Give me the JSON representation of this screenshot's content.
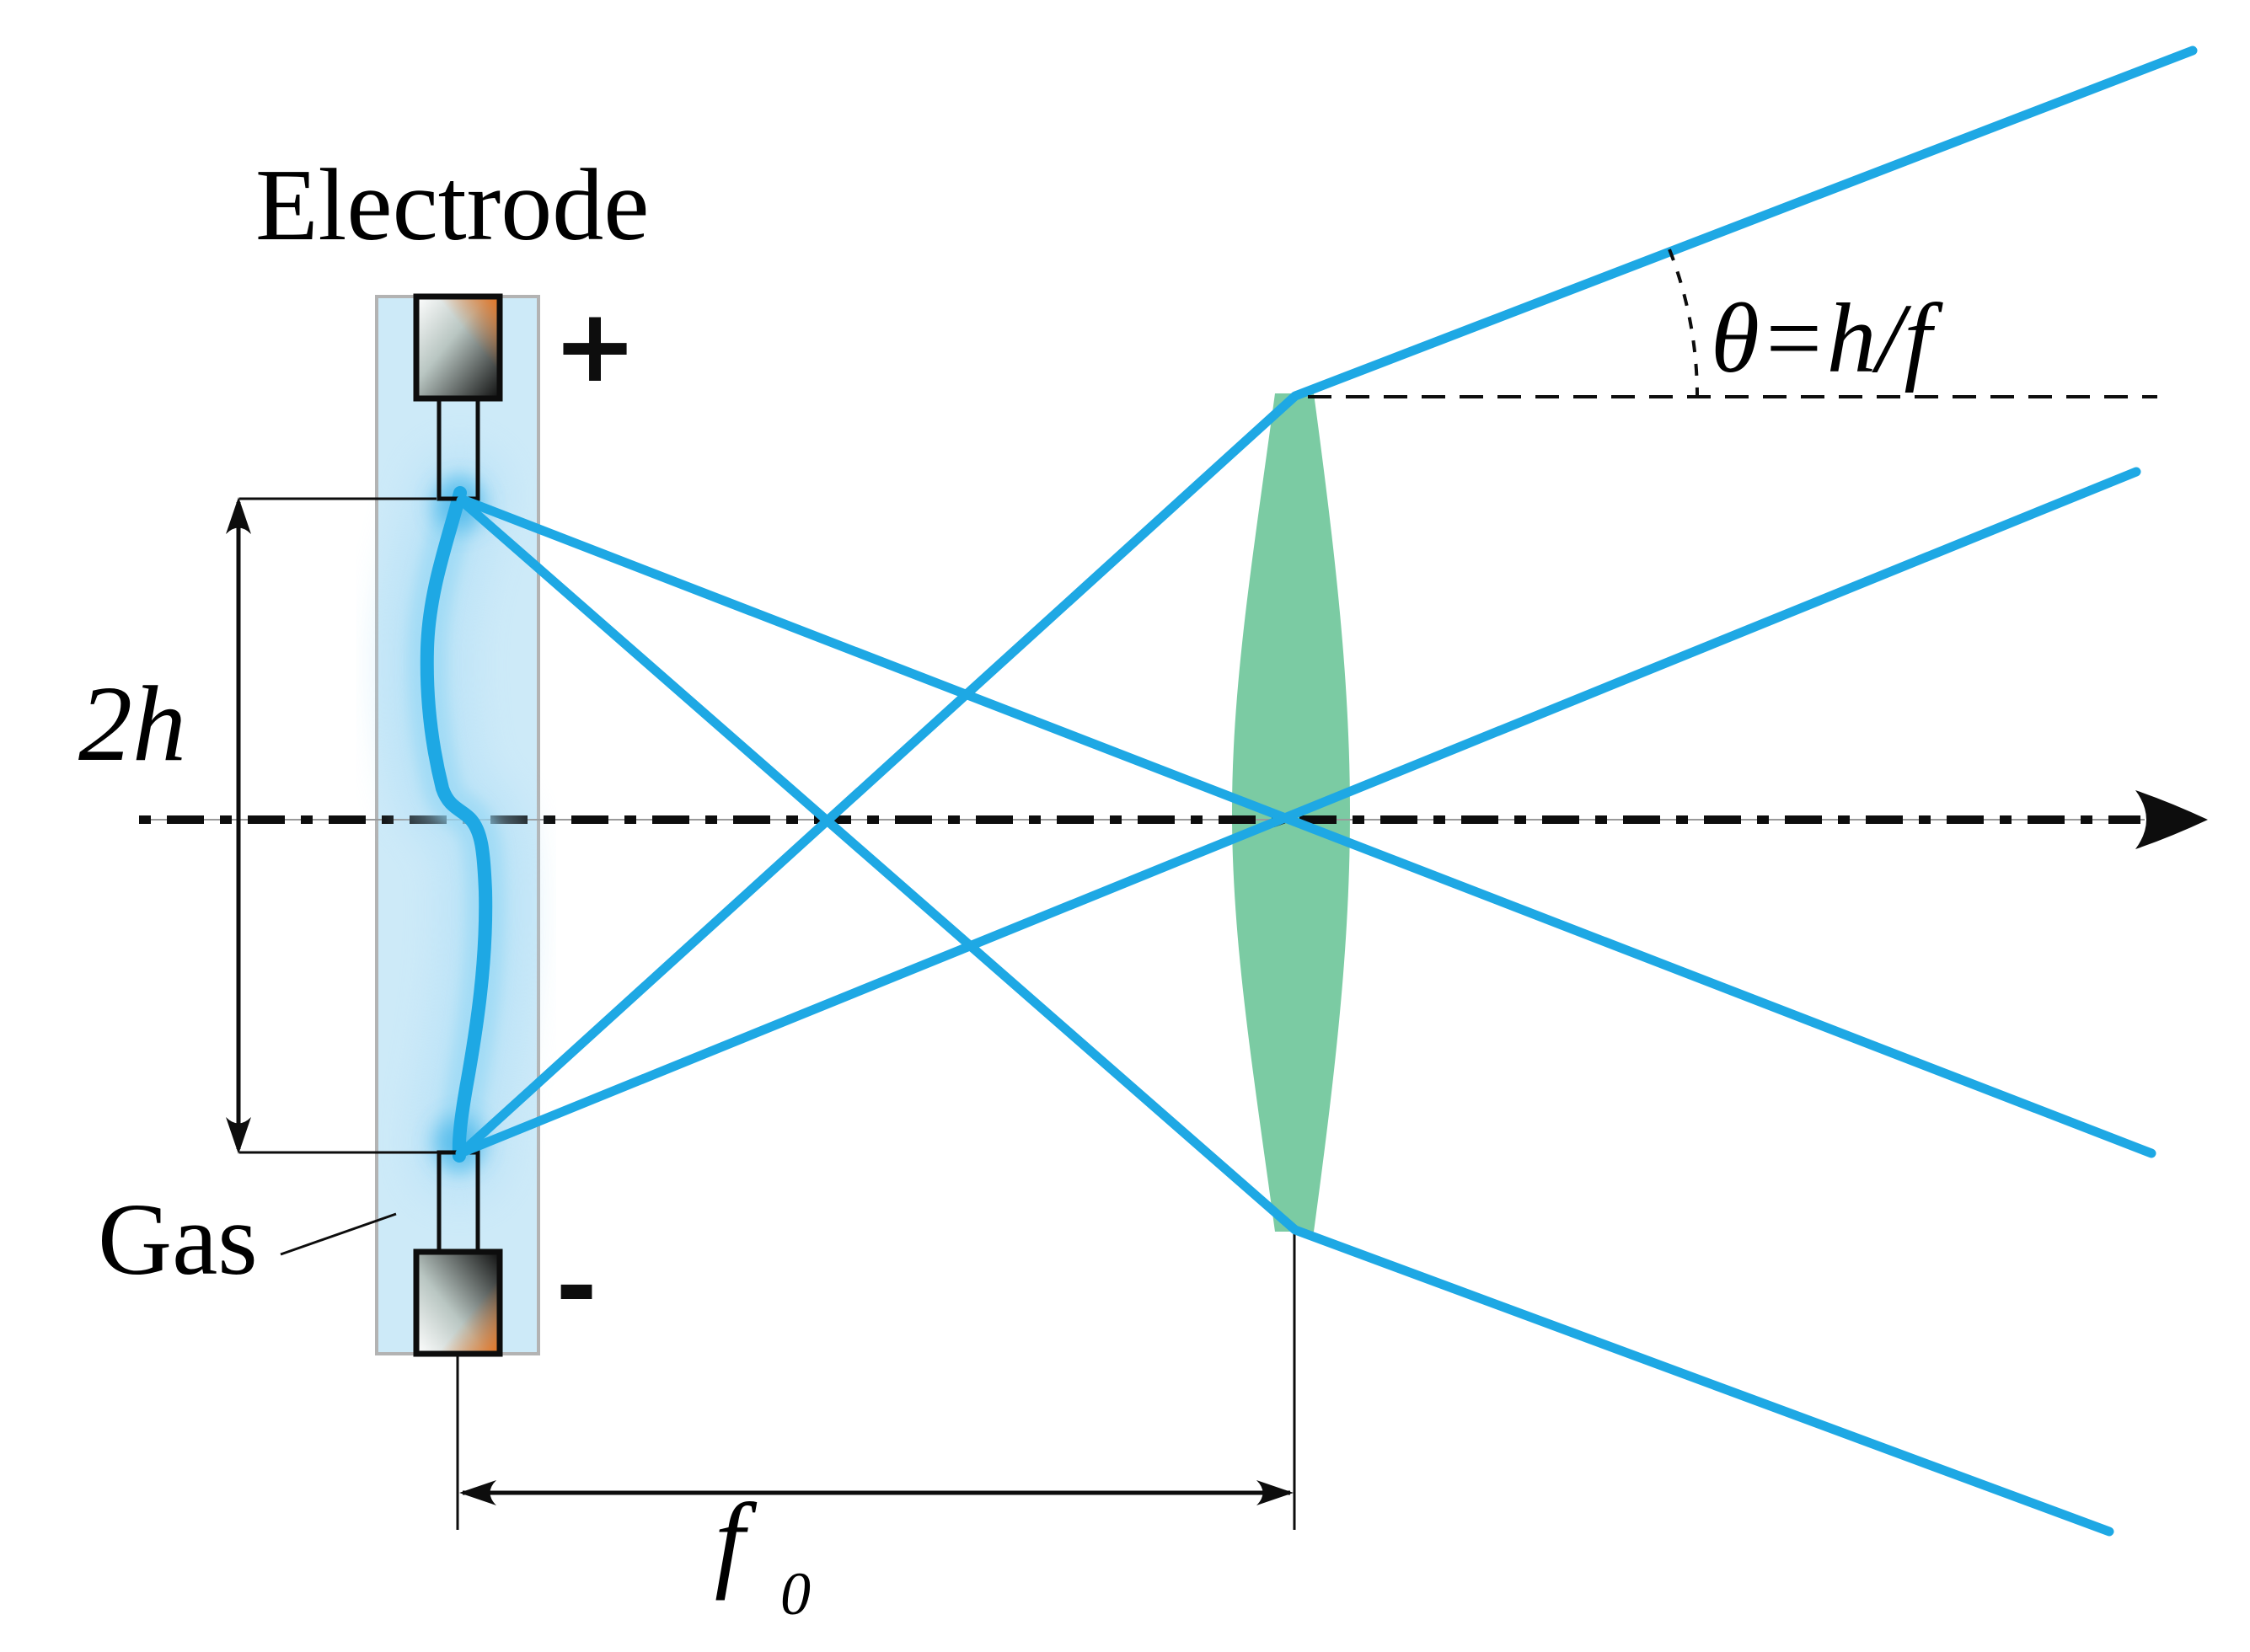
{
  "labels": {
    "electrode": "Electrode",
    "anode_polarity": "+",
    "cathode_polarity": "-",
    "gap_height": "2h",
    "gas": "Gas",
    "angle_formula": "θ=h/f",
    "focal_length": "f",
    "focal_length_sub": "0"
  },
  "colors": {
    "ray_blue": "#1ea8e4",
    "arc_core_blue": "#1ea8e4",
    "arc_glow_blue": "#8fd6f4",
    "gas_tube_fill": "#cdeaf8",
    "gas_tube_border": "#b3b3b3",
    "lens_green": "#7bcba3",
    "electrode_orange": "#e8731f",
    "line_black": "#0d0d0d",
    "background": "#ffffff"
  },
  "icons": {
    "optical_axis_arrow": "right-arrowhead",
    "axis_mid_arrow": "small-right-arrowhead",
    "gap_dimension_arrows": "up-down-arrowheads",
    "focal_dimension_arrows": "left-right-arrowheads"
  }
}
